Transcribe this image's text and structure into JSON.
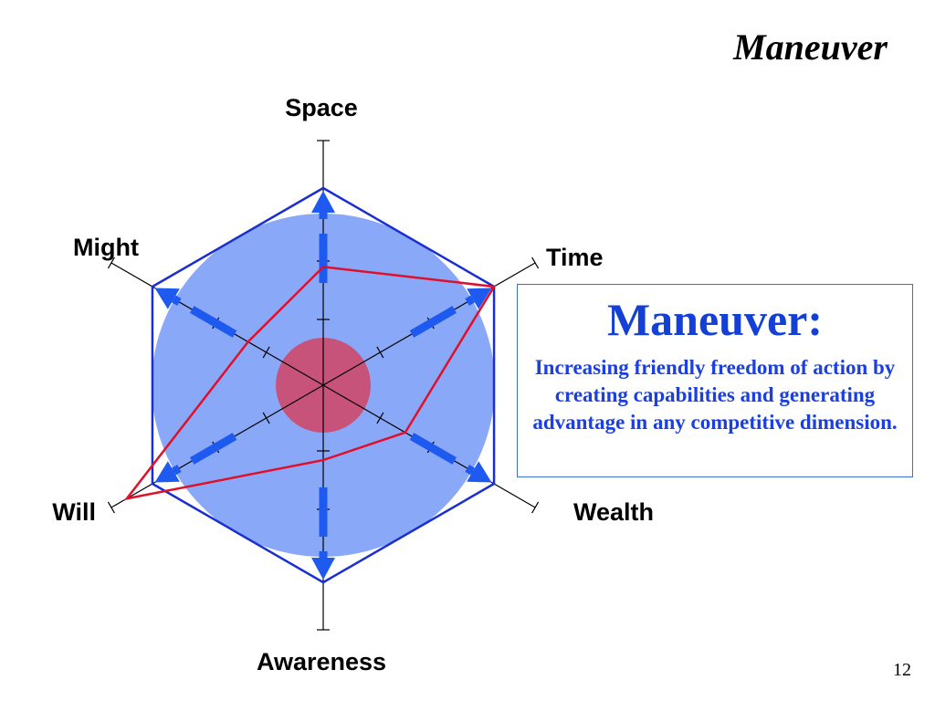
{
  "slide": {
    "title": "Maneuver",
    "page_number": "12"
  },
  "diagram": {
    "axes": [
      {
        "key": "space",
        "label": "Space"
      },
      {
        "key": "time",
        "label": "Time"
      },
      {
        "key": "wealth",
        "label": "Wealth"
      },
      {
        "key": "awareness",
        "label": "Awareness"
      },
      {
        "key": "will",
        "label": "Will"
      },
      {
        "key": "might",
        "label": "Might"
      }
    ],
    "friendly_profile": [
      0.6,
      1.0,
      0.48,
      0.38,
      1.15,
      0.44
    ],
    "colors": {
      "large_circle": "#8aa8f8",
      "small_circle": "#c8537a",
      "hexagon": "#1a2fd0",
      "arrows": "#1f5af0",
      "profile_line": "#e0102a",
      "axes": "#000000"
    }
  },
  "definition": {
    "heading": "Maneuver:",
    "text": "Increasing friendly freedom of action by creating capabilities and generating advantage in any competitive dimension."
  }
}
